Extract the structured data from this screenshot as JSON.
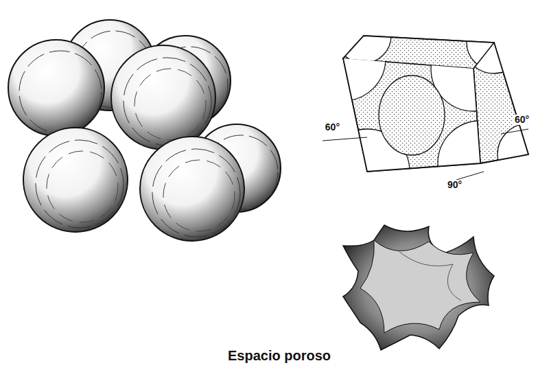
{
  "diagram": {
    "labels": [
      "60°",
      "60°",
      "90°",
      "Espacio poroso"
    ]
  }
}
